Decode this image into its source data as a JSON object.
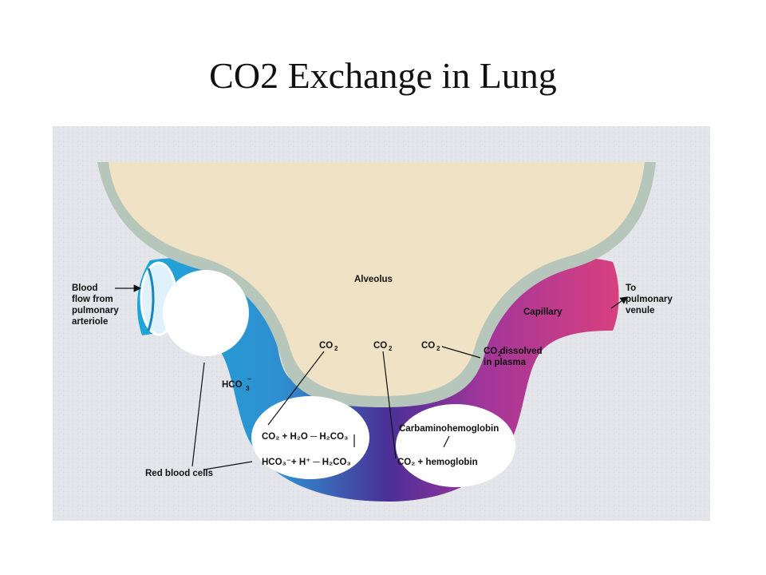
{
  "title": "CO2 Exchange in Lung",
  "diagram": {
    "labels": {
      "alveolus": "Alveolus",
      "blood_flow": [
        "Blood",
        "flow from",
        "pulmonary",
        "arteriole"
      ],
      "hco3": "HCO",
      "hco3_sub": "3",
      "hco3_sup": "−",
      "co2_left": "CO",
      "co2_mid": "CO",
      "co2_right": "CO",
      "co2_sub": "2",
      "capillary": "Capillary",
      "to_venule": [
        "To",
        "pulmonary",
        "venule"
      ],
      "dissolved": [
        "CO dissolved",
        "in plasma"
      ],
      "dissolved_sub": "2",
      "rxn1": "CO₂ + H₂O ─ H₂CO₃",
      "rxn2": "HCO₃⁻+ H⁺ ─ H₂CO₃",
      "carbamino": "Carbaminohemoglobin",
      "co2_hemoglobin": "CO₂ + hemoglobin",
      "red_cells": "Red blood cells"
    },
    "colors": {
      "background": "#e3e5ea",
      "alveolus_fill": "#f0e2c4",
      "alveolar_wall": "#b6c6bb",
      "vessel_blue": "#1ea6d8",
      "vessel_purple": "#4a2f96",
      "vessel_pink": "#d8407e"
    }
  }
}
